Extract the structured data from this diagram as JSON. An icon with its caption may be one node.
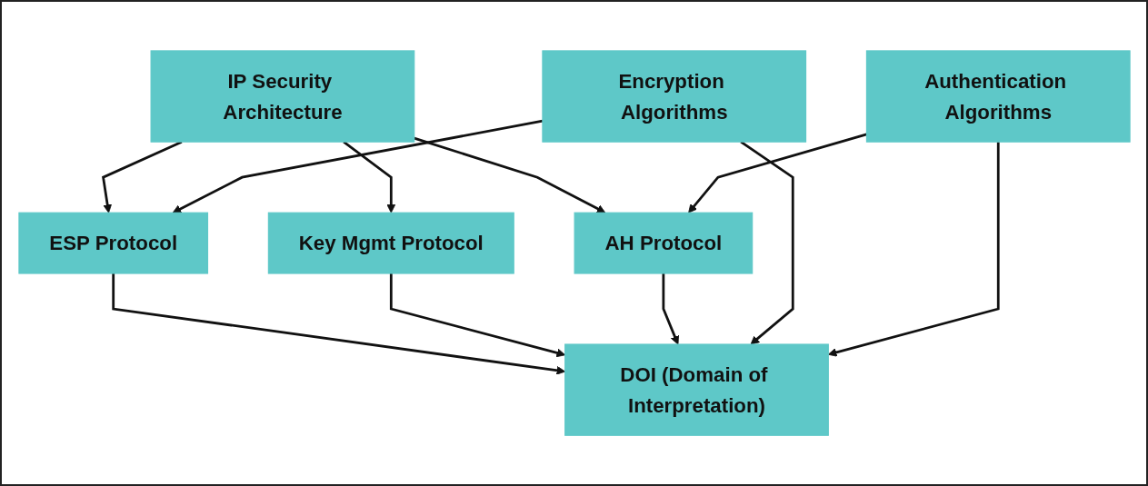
{
  "diagram": {
    "nodes": [
      {
        "text": [
          "IP Security Architecture"
        ]
      },
      {
        "text": [
          "ESP Protocol"
        ]
      },
      {
        "text": [
          "Key Mgmt Protocol"
        ]
      },
      {
        "text": [
          "AH Protocol"
        ]
      },
      {
        "text": [
          "Encryption Algorithms"
        ]
      },
      {
        "text": [
          "DOI (Domain of Interpretation)"
        ]
      },
      {
        "text": [
          "Authentication Algorithms"
        ]
      }
    ],
    "edges": [
      {
        "from": 0,
        "to": 1,
        "arrow": "to"
      },
      {
        "from": 0,
        "to": 2,
        "arrow": "to"
      },
      {
        "from": 0,
        "to": 3,
        "arrow": "to"
      },
      {
        "from": 1,
        "to": 5,
        "arrow": "to"
      },
      {
        "from": 2,
        "to": 5,
        "arrow": "to"
      },
      {
        "from": 3,
        "to": 5,
        "arrow": "to"
      },
      {
        "from": 4,
        "to": 1,
        "arrow": "to"
      },
      {
        "from": 4,
        "to": 5,
        "arrow": "to"
      },
      {
        "from": 6,
        "to": 5,
        "arrow": "to"
      },
      {
        "from": 6,
        "to": 3,
        "arrow": "to"
      }
    ]
  }
}
